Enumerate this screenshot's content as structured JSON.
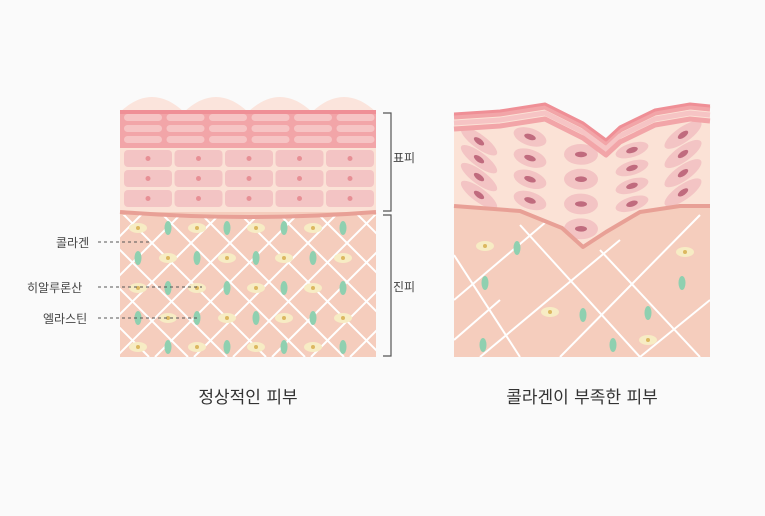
{
  "labels": {
    "epidermis": "표피",
    "dermis": "진피",
    "collagen": "콜라겐",
    "hyaluronic": "히알루론산",
    "elastin": "엘라스틴"
  },
  "captions": {
    "normal": "정상적인 피부",
    "lacking": "콜라겐이 부족한 피부"
  },
  "colors": {
    "dermis": "#f5cdbd",
    "fiber": "#ffffff",
    "basal_line": "#e8a096",
    "cell_band": "#fbe2d6",
    "cell": "#f3c4c4",
    "cell_nucleus": "#e78f95",
    "top_band": "#f2a5a8",
    "top_cell": "#f6c4c4",
    "dome": "#fbe4dc",
    "elastin": "#8fd0b0",
    "hyaluronic": "#f7ecc4",
    "hyaluronic_core": "#dcb860",
    "damaged_nucleus": "#c06b7e",
    "bracket": "#555555"
  }
}
